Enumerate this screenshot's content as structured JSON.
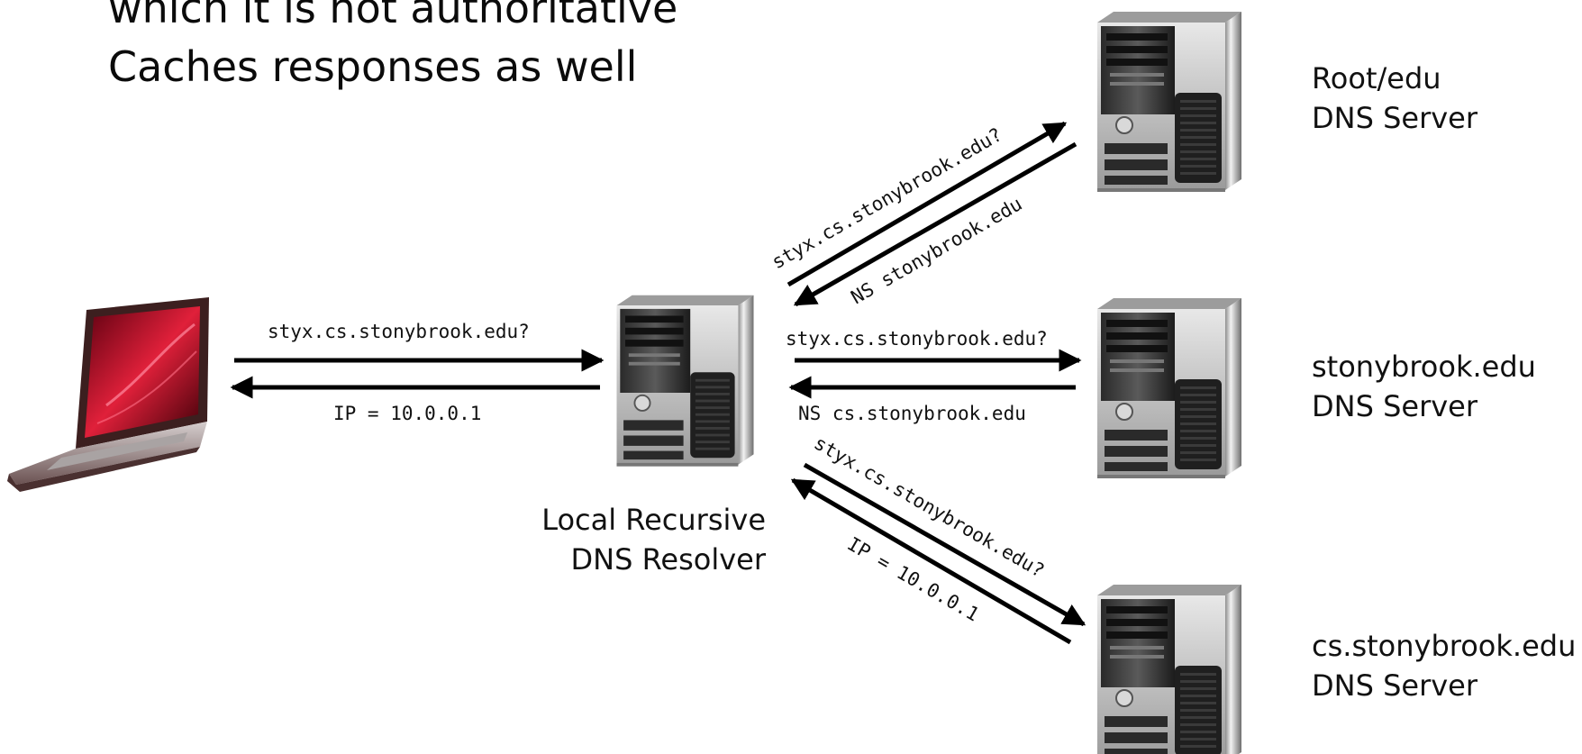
{
  "slide": {
    "bullets": [
      "which it is not authoritative",
      "Caches responses as well"
    ]
  },
  "nodes": {
    "client": {
      "icon": "laptop-icon"
    },
    "resolver": {
      "icon": "server-tower-icon",
      "label_line1": "Local Recursive",
      "label_line2": "DNS Resolver"
    },
    "root_server": {
      "icon": "server-tower-icon",
      "label_line1": "Root/edu",
      "label_line2": "DNS Server"
    },
    "stonybrook_server": {
      "icon": "server-tower-icon",
      "label_line1": "stonybrook.edu",
      "label_line2": "DNS Server"
    },
    "cs_server": {
      "icon": "server-tower-icon",
      "label_line1": "cs.stonybrook.edu",
      "label_line2": "DNS Server"
    }
  },
  "messages": {
    "client_query": "styx.cs.stonybrook.edu?",
    "client_reply": "IP = 10.0.0.1",
    "root_query": "styx.cs.stonybrook.edu?",
    "root_reply": "NS stonybrook.edu",
    "stonybrook_query": "styx.cs.stonybrook.edu?",
    "stonybrook_reply": "NS cs.stonybrook.edu",
    "cs_query": "styx.cs.stonybrook.edu?",
    "cs_reply": "IP = 10.0.0.1"
  },
  "colors": {
    "arrow": "#000000",
    "laptop_screen": "#c8102e",
    "server_body": "#c9c9c9"
  }
}
